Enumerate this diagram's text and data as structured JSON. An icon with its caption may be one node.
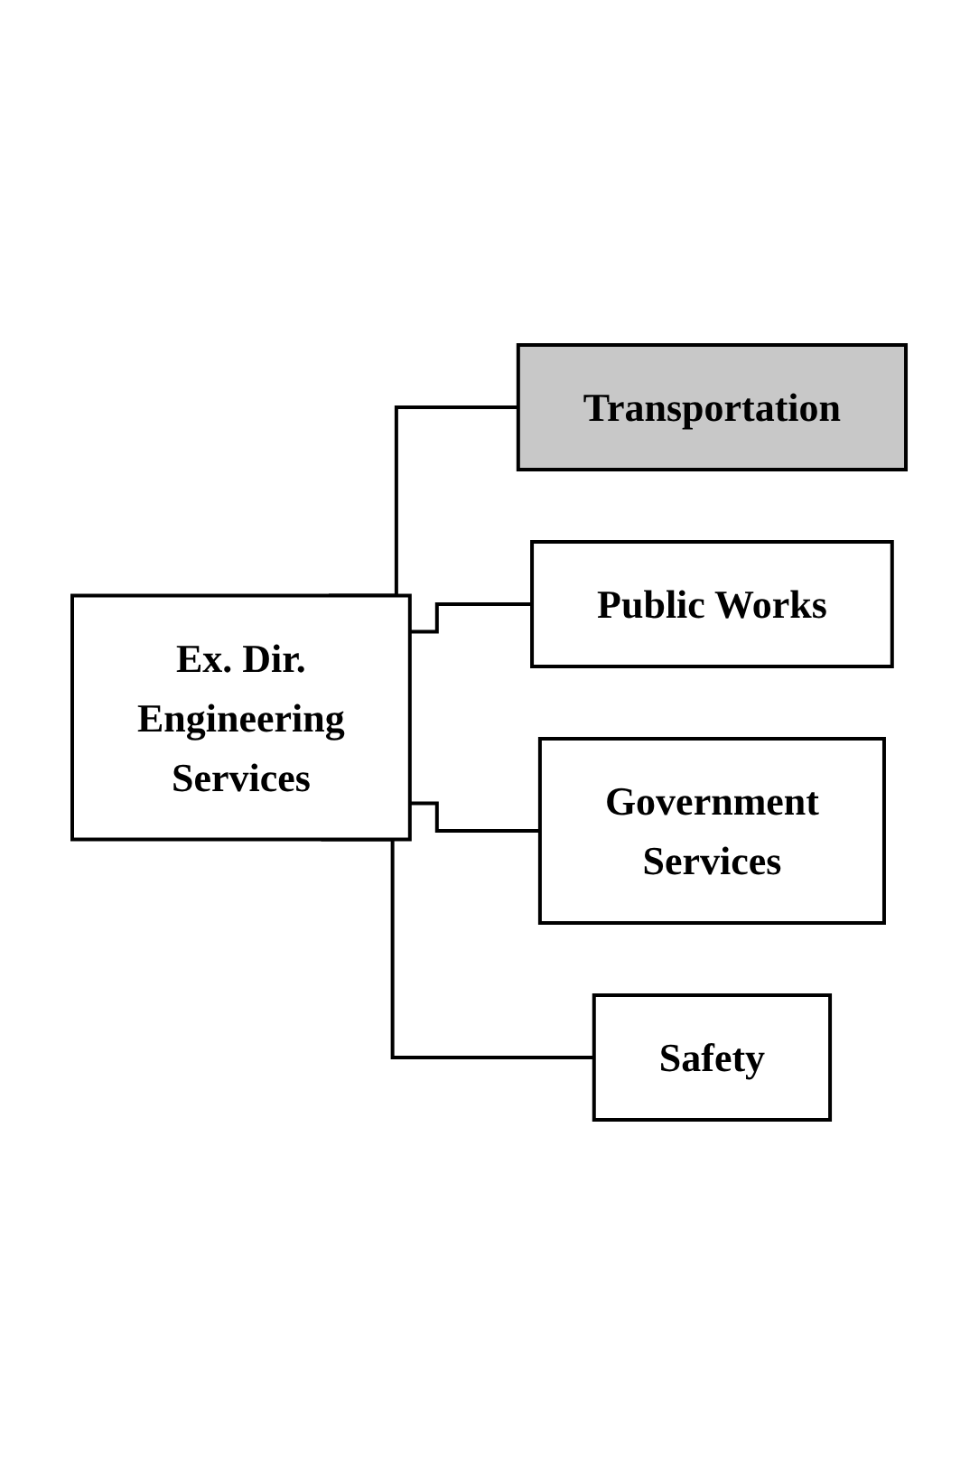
{
  "diagram": {
    "nodes": [
      {
        "text": [
          "Ex. Dir. Engineering Services"
        ]
      },
      {
        "text": [
          "Transportation"
        ]
      },
      {
        "text": [
          "Public Works"
        ]
      },
      {
        "text": [
          "Government Services"
        ]
      },
      {
        "text": [
          "Safety"
        ]
      }
    ],
    "edges": [
      {
        "from": 0,
        "to": 1,
        "arrow": "none"
      },
      {
        "from": 0,
        "to": 2,
        "arrow": "none"
      },
      {
        "from": 0,
        "to": 3,
        "arrow": "none"
      },
      {
        "from": 0,
        "to": 4,
        "arrow": "none"
      }
    ]
  }
}
